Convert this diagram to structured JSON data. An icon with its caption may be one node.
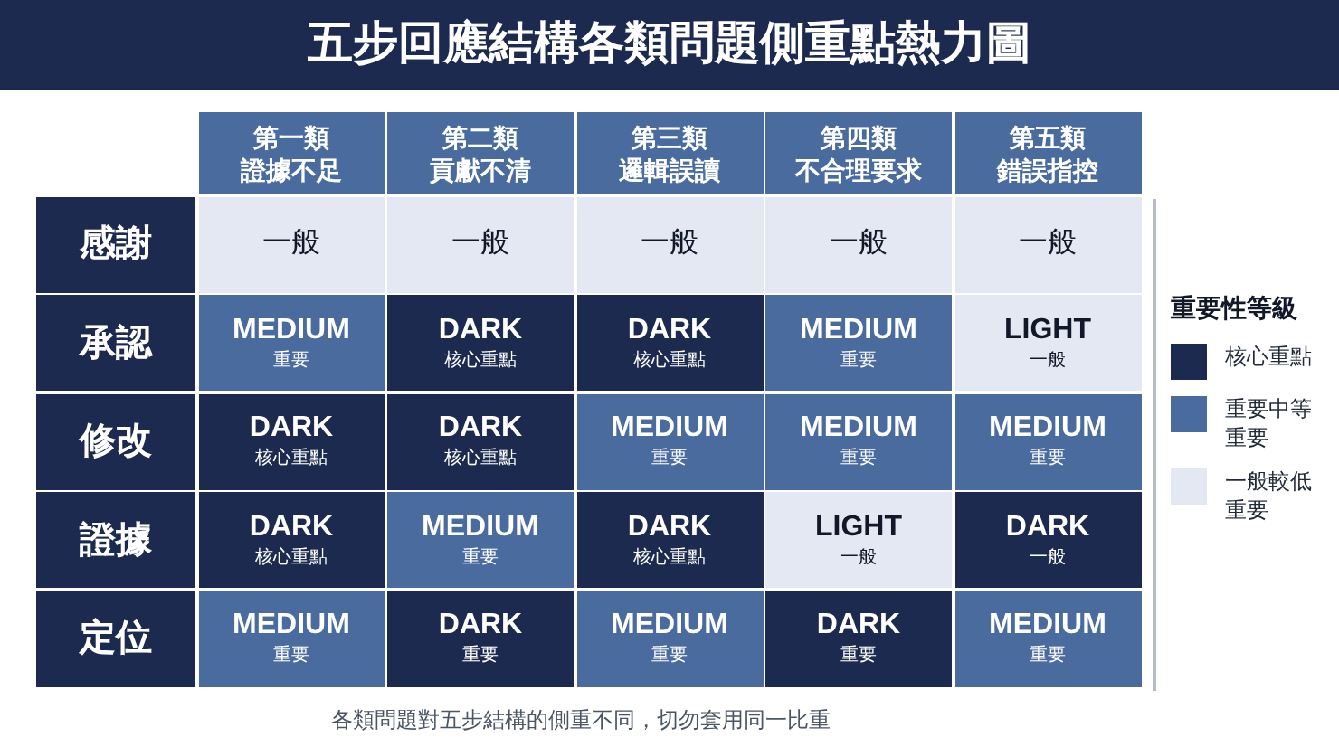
{
  "diagram": {
    "title": "五步回應結構各類問題側重點熱力圖",
    "caption": "各類問題對五步結構的側重不同，切勿套用同一比重",
    "labels": [
      "第一類",
      "證據不足",
      "第二類",
      "貢獻不清",
      "第三類",
      "邏輯誤讀",
      "第四類",
      "不合理要求",
      "第五類",
      "錯誤指控",
      "感謝",
      "一般",
      "一般",
      "一般",
      "一般",
      "一般",
      "承認",
      "MEDIUM",
      "重要",
      "DARK",
      "核心重點",
      "DARK",
      "核心重點",
      "MEDIUM",
      "重要",
      "LIGHT",
      "一般",
      "修改",
      "DARK",
      "核心重點",
      "DARK",
      "核心重點",
      "MEDIUM",
      "重要",
      "MEDIUM",
      "重要",
      "MEDIUM",
      "重要",
      "證據",
      "DARK",
      "核心重點",
      "MEDIUM",
      "重要",
      "DARK",
      "核心重點",
      "LIGHT",
      "一般",
      "DARK",
      "一般",
      "定位",
      "MEDIUM",
      "重要",
      "DARK",
      "重要",
      "MEDIUM",
      "重要",
      "DARK",
      "重要",
      "MEDIUM",
      "重要",
      "重要性等級"
    ],
    "legend": [
      {
        "text": "核心重點",
        "color": "#1b2a4e"
      },
      {
        "text": "重要中等重要",
        "color": "#4a6b9e"
      },
      {
        "text": "一般較低重要",
        "color": "#e3e8f3"
      }
    ]
  }
}
